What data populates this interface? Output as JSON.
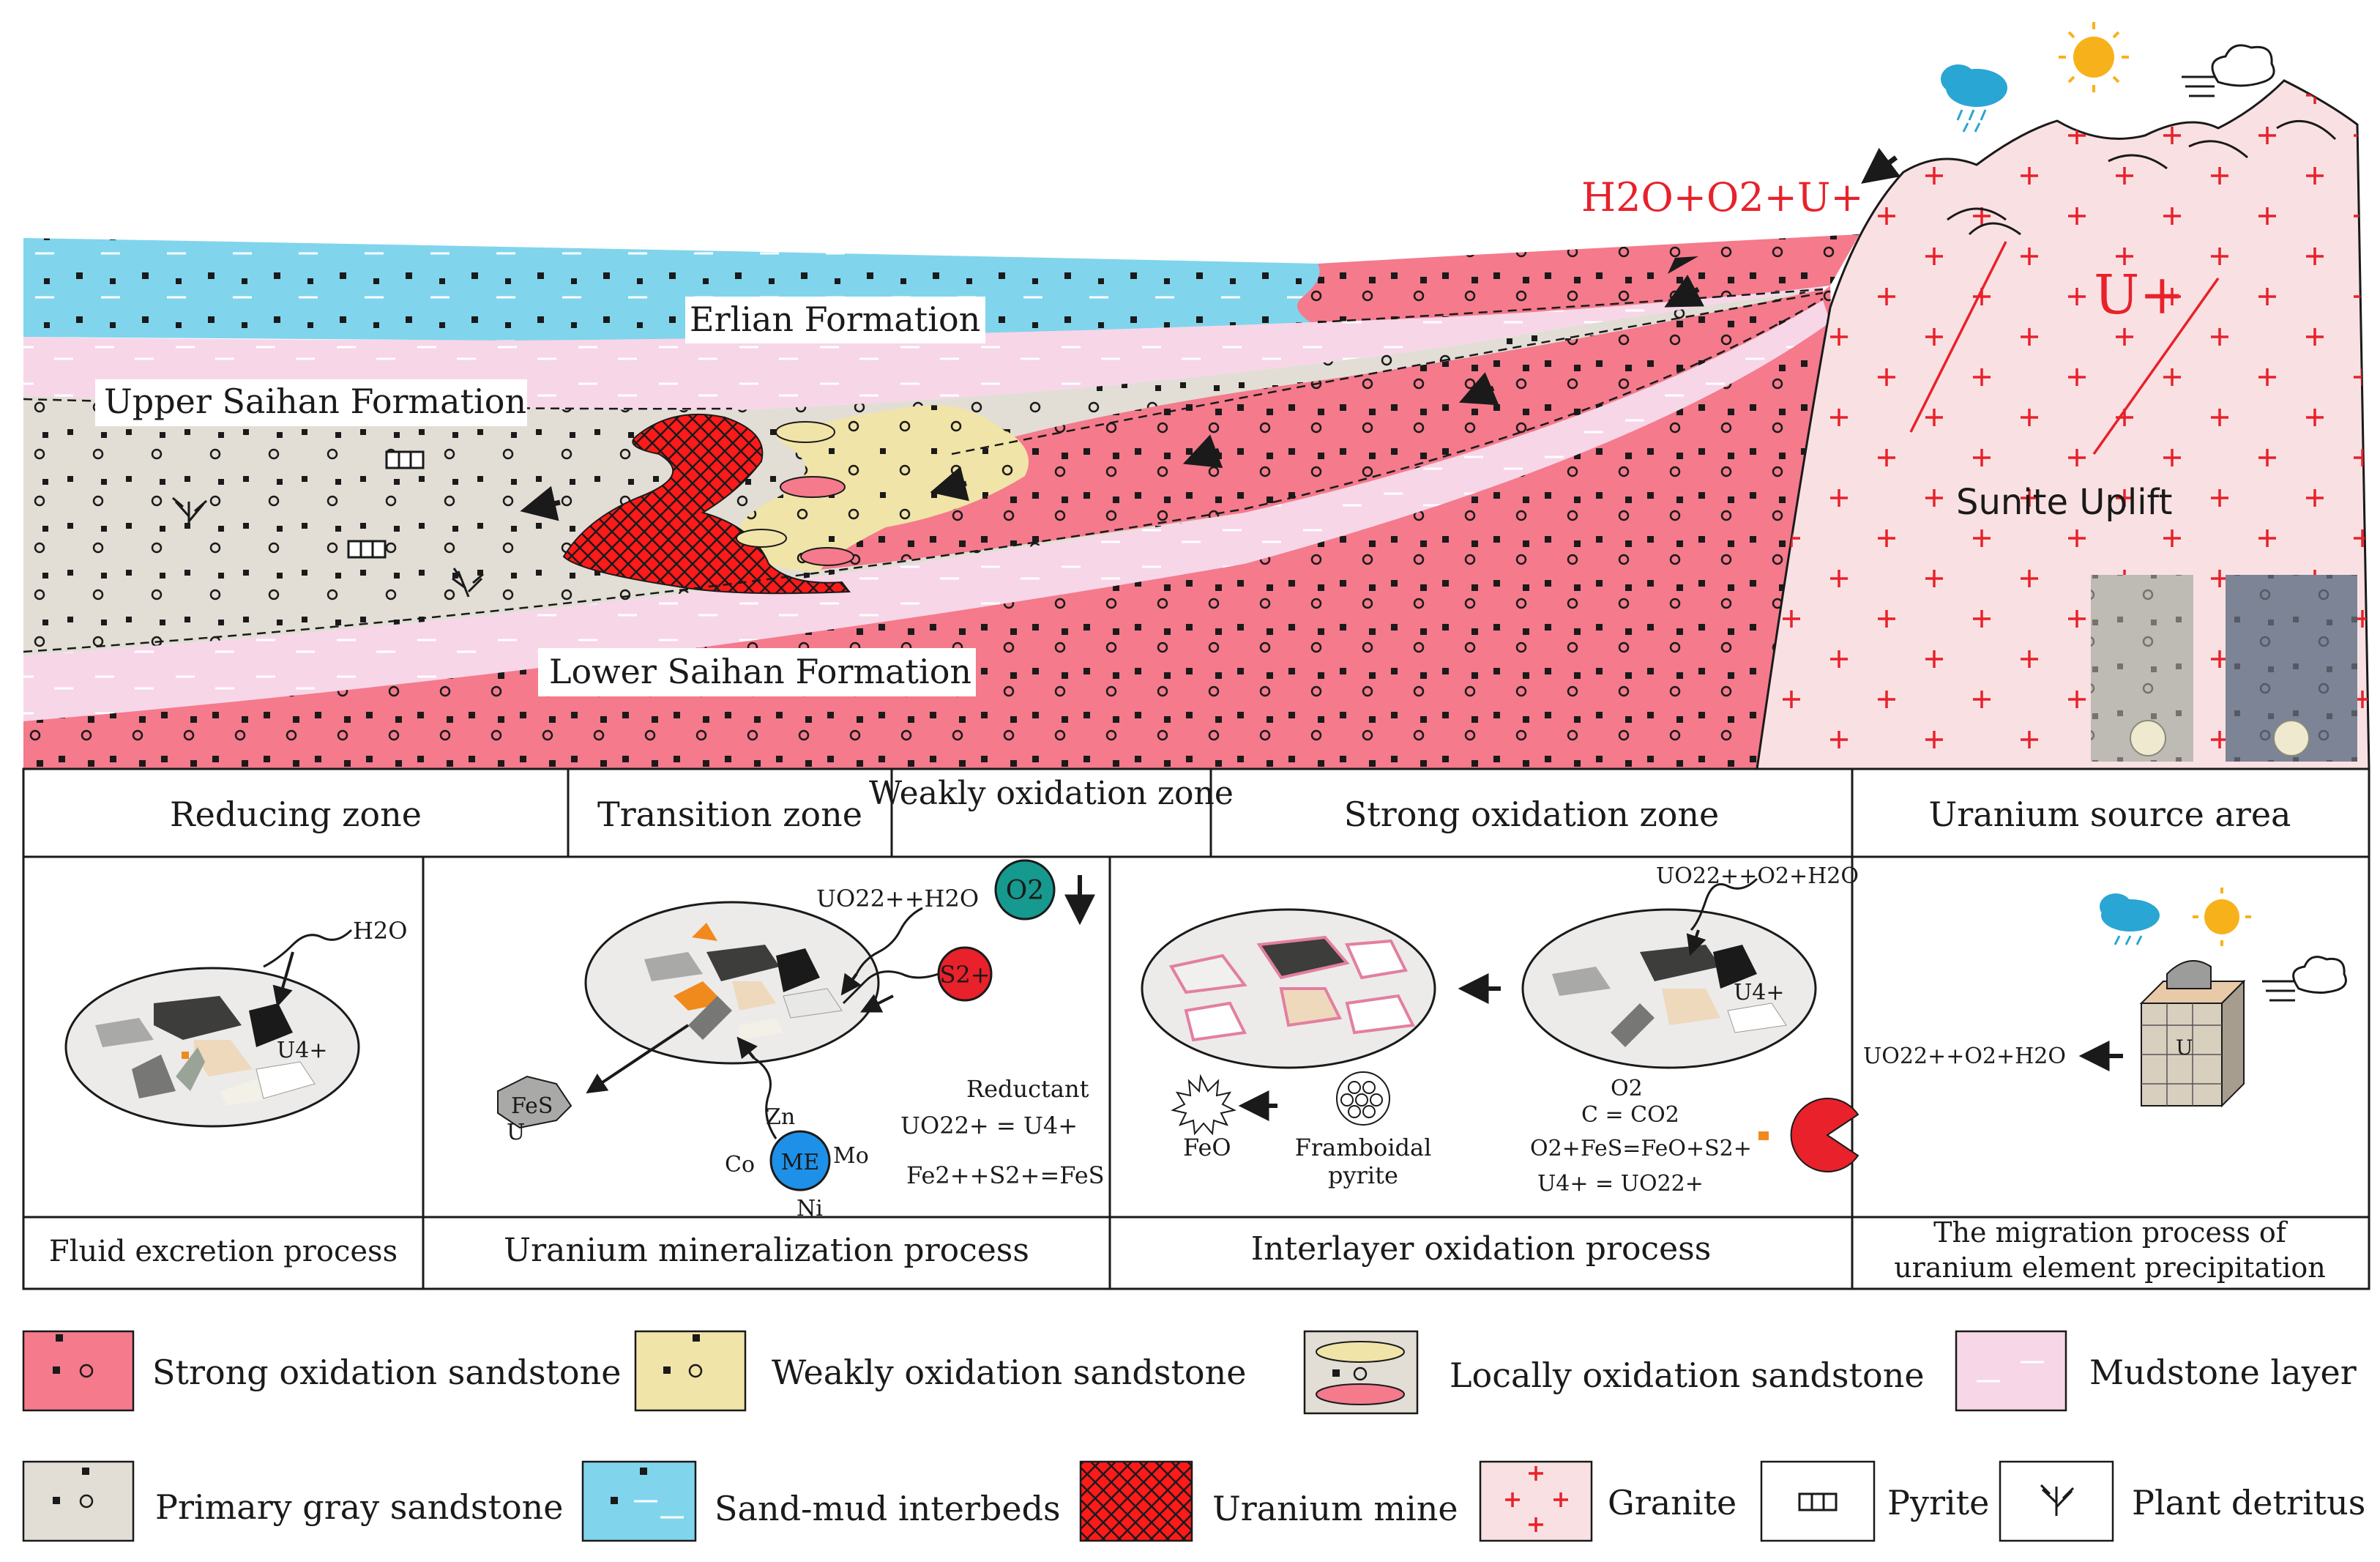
{
  "labels": {
    "formula_top": "H2O+O2+U+",
    "erlian": "Erlian Formation",
    "upper_saihan": "Upper Saihan Formation",
    "lower_saihan": "Lower Saihan Formation",
    "u_plus": "U+",
    "sunite": "Sunite Uplift"
  },
  "zones": [
    "Reducing zone",
    "Transition zone",
    "Weakly  oxidation zone",
    "Strong oxidation zone",
    "Uranium source area"
  ],
  "processes": [
    "Fluid excretion process",
    "Uranium mineralization process",
    "Interlayer oxidation process",
    "The migration process of uranium element precipitation"
  ],
  "panel_labels": {
    "h2o": "H2O",
    "u4": "U4+",
    "uo2_h2o": "UO22++H2O",
    "o2": "O2",
    "s2": "S2+",
    "fes": "FeS",
    "u": "U",
    "zn": "Zn",
    "mo": "Mo",
    "co": "Co",
    "me": "ME",
    "ni": "Ni",
    "reductant": "Reductant",
    "eq1": "UO22+  =  U4+",
    "eq2": "Fe2++S2+=FeS",
    "feo": "FeO",
    "framboidal": "Framboidal pyrite",
    "uo2_o2_h2o": "UO22++O2+H2O",
    "eq3": "C = CO2",
    "eq4": "O2+FeS=FeO+S2+",
    "eq5": "U4+ = UO22+",
    "o2_small": "O2",
    "src_eq": "UO22++O2+H2O"
  },
  "legend": [
    {
      "name": "strong",
      "label": "Strong oxidation sandstone",
      "color": "#f47a8c"
    },
    {
      "name": "weak",
      "label": "Weakly  oxidation sandstone",
      "color": "#f1e4a8"
    },
    {
      "name": "local",
      "label": "Locally oxidation sandstone",
      "color": "#e2ded6"
    },
    {
      "name": "mudstone",
      "label": "Mudstone layer",
      "color": "#f7d6e8"
    },
    {
      "name": "gray",
      "label": "Primary gray sandstone",
      "color": "#e2ded6"
    },
    {
      "name": "sandmud",
      "label": "Sand-mud interbeds",
      "color": "#80d5ec"
    },
    {
      "name": "mine",
      "label": "Uranium mine",
      "color": "#ff1a1a"
    },
    {
      "name": "granite",
      "label": "Granite",
      "color": "#f9e1e3"
    },
    {
      "name": "pyrite",
      "label": "Pyrite",
      "color": "#ffffff"
    },
    {
      "name": "plant",
      "label": "Plant detritus",
      "color": "#ffffff"
    }
  ]
}
